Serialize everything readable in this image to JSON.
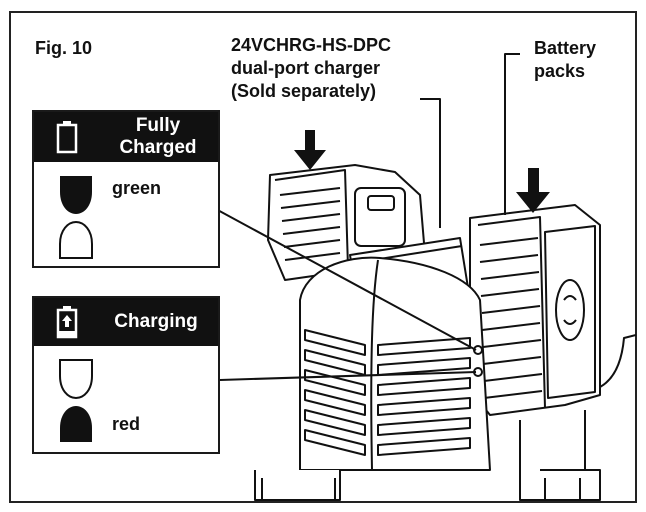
{
  "figure_label": "Fig. 10",
  "charger_label": [
    "24VCHRG-HS-DPC",
    "dual-port charger",
    "(Sold separately)"
  ],
  "battery_label": [
    "Battery",
    "packs"
  ],
  "legend": {
    "fully_charged": {
      "title": [
        "Fully",
        "Charged"
      ],
      "state": "green"
    },
    "charging": {
      "title": "Charging",
      "state": "red"
    }
  },
  "icons": {
    "battery_full": "battery-full-icon",
    "battery_charging": "battery-charging-icon",
    "led_on": "led-lit-icon",
    "led_off": "led-off-icon"
  },
  "colors": {
    "ink": "#111111",
    "paper": "#ffffff"
  }
}
